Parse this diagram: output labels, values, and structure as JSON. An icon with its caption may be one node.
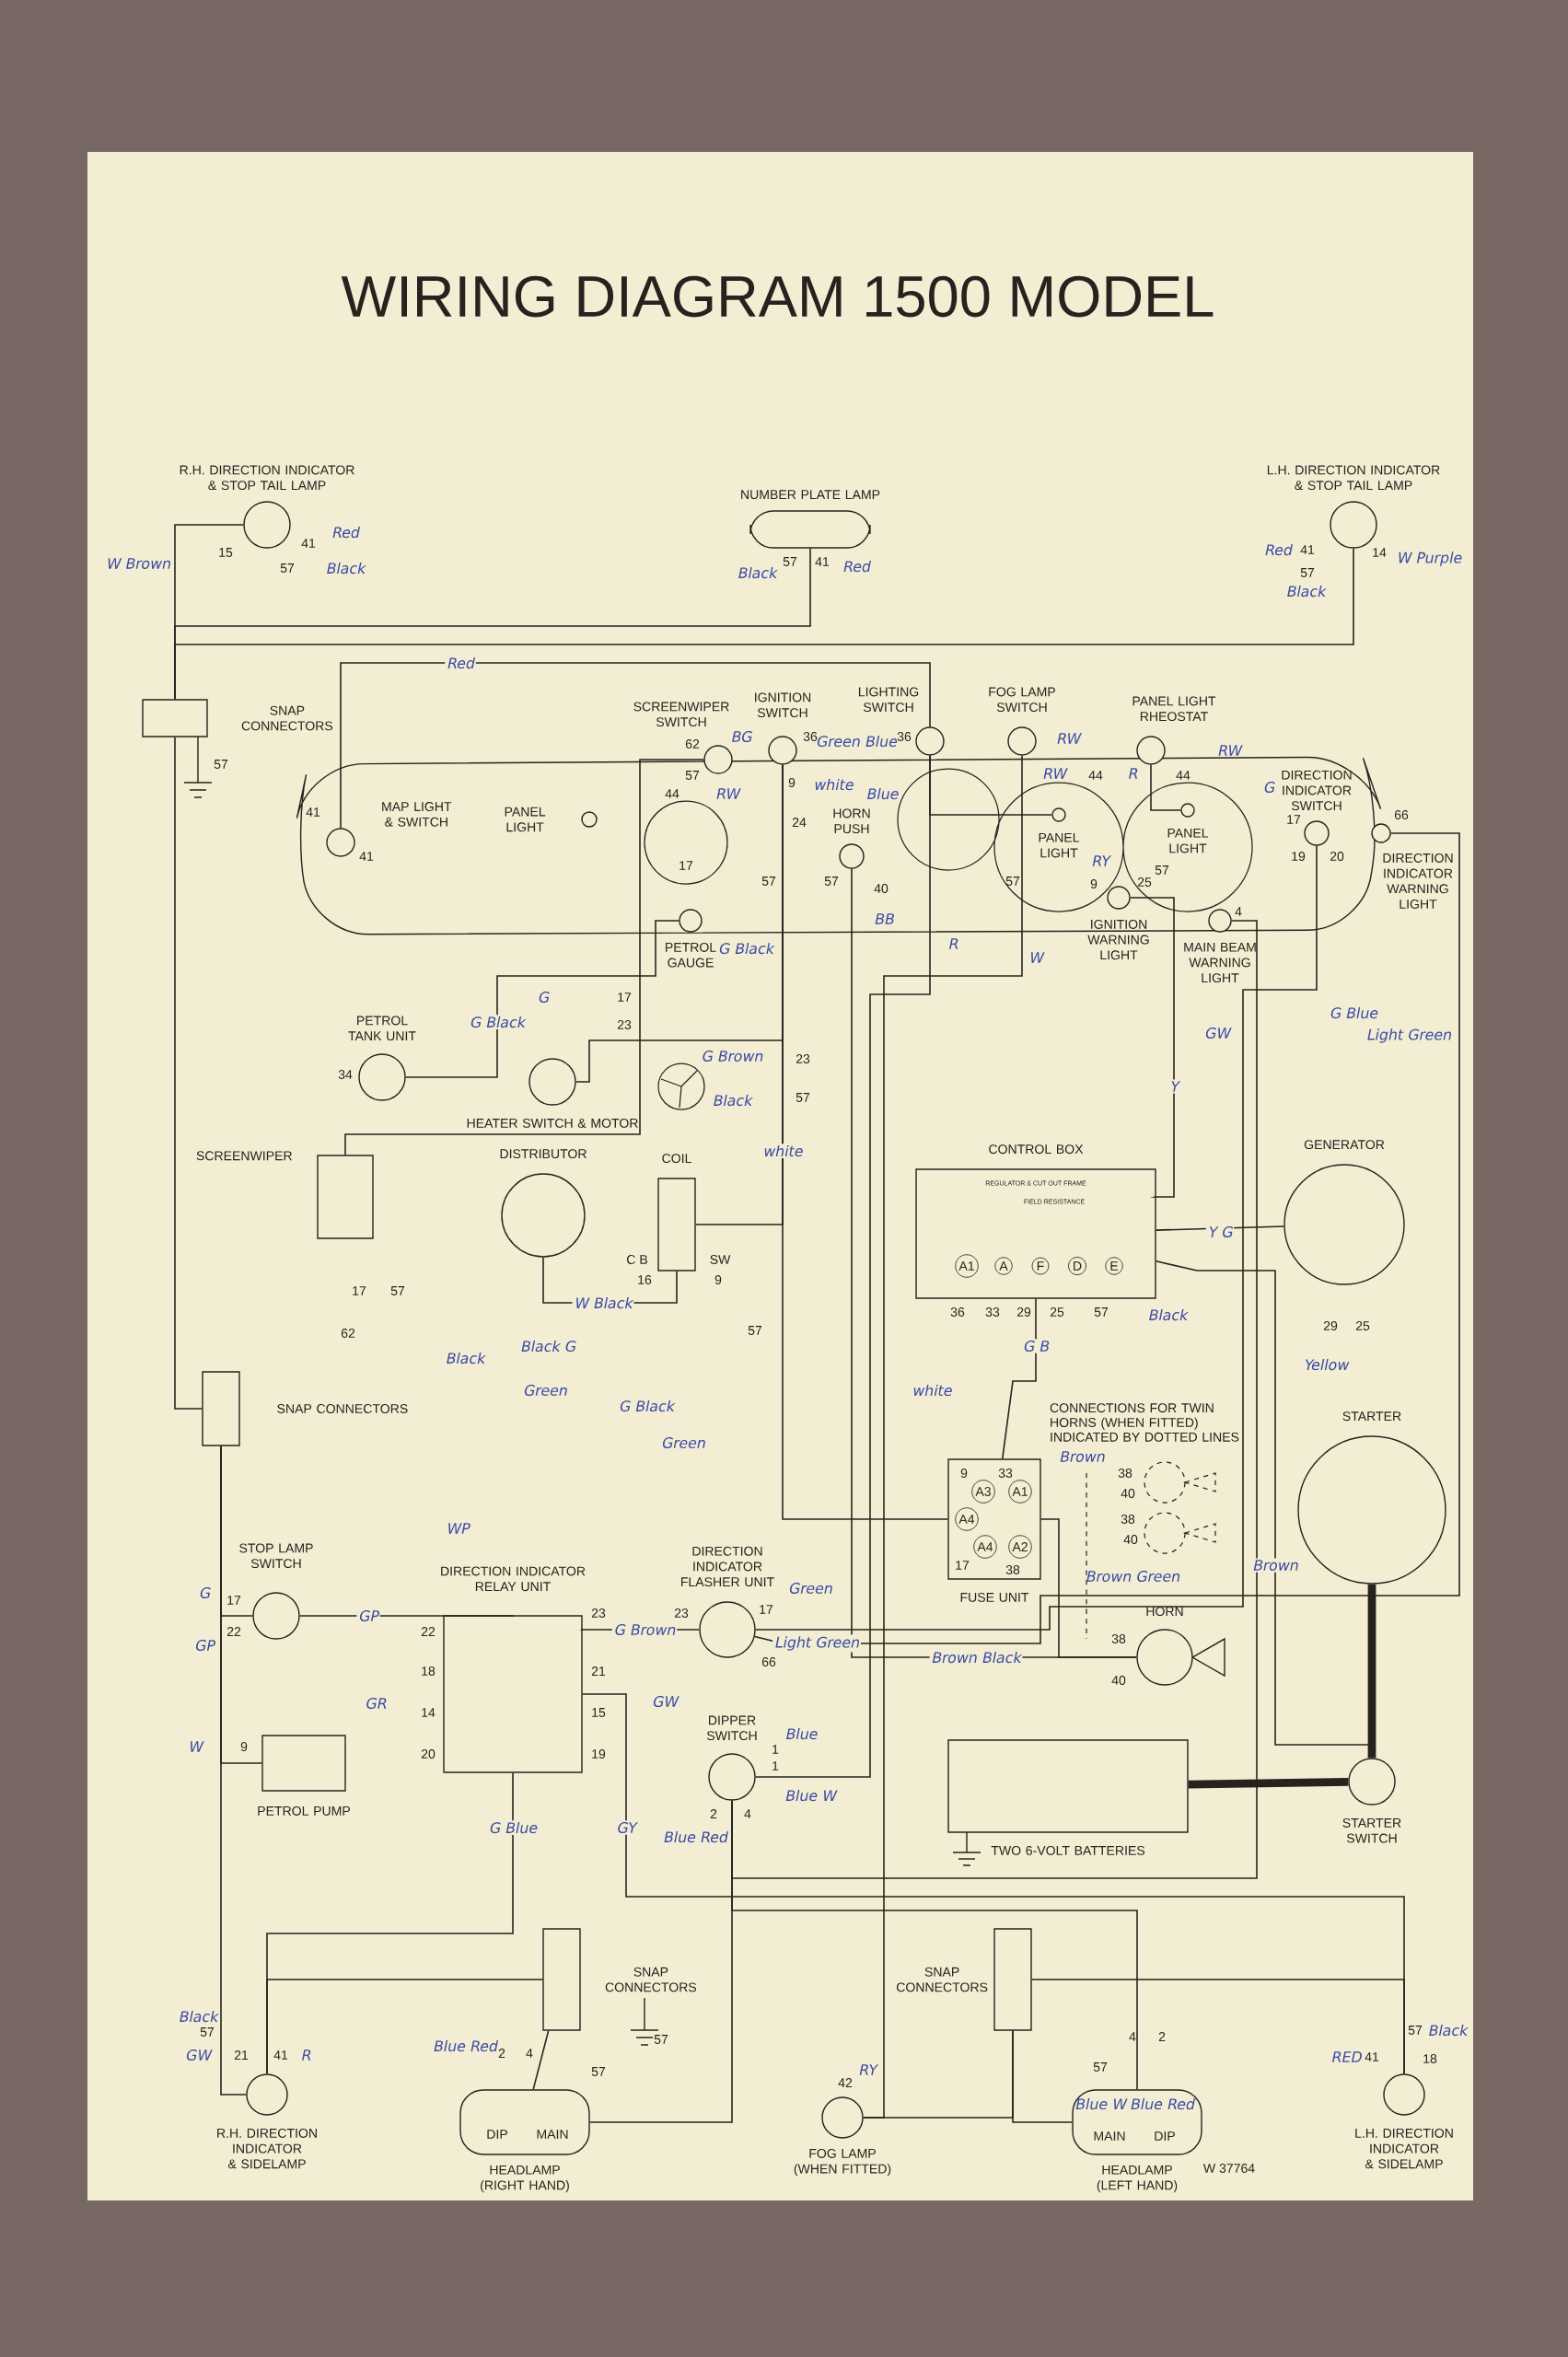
{
  "diagram": {
    "title": "WIRING DIAGRAM 1500 MODEL",
    "nodes": [
      {
        "text": [
          "R.H. DIRECTION INDICATOR & STOP TAIL LAMP"
        ]
      },
      {
        "text": [
          "NUMBER PLATE LAMP"
        ]
      },
      {
        "text": [
          "L.H. DIRECTION INDICATOR & STOP TAIL LAMP"
        ]
      },
      {
        "text": [
          "SNAP CONNECTORS"
        ]
      },
      {
        "text": [
          "SCREENWIPER SWITCH"
        ]
      },
      {
        "text": [
          "IGNITION SWITCH"
        ]
      },
      {
        "text": [
          "LIGHTING SWITCH"
        ]
      },
      {
        "text": [
          "FOG LAMP SWITCH"
        ]
      },
      {
        "text": [
          "PANEL LIGHT RHEOSTAT"
        ]
      },
      {
        "text": [
          "DIRECTION INDICATOR SWITCH"
        ]
      },
      {
        "text": [
          "MAP LIGHT & SWITCH"
        ]
      },
      {
        "text": [
          "PANEL LIGHT"
        ]
      },
      {
        "text": [
          "HORN PUSH"
        ]
      },
      {
        "text": [
          "PANEL LIGHT"
        ]
      },
      {
        "text": [
          "PANEL LIGHT"
        ]
      },
      {
        "text": [
          "PETROL GAUGE"
        ]
      },
      {
        "text": [
          "IGNITION WARNING LIGHT"
        ]
      },
      {
        "text": [
          "MAIN BEAM WARNING LIGHT"
        ]
      },
      {
        "text": [
          "DIRECTION INDICATOR WARNING LIGHT"
        ]
      },
      {
        "text": [
          "PETROL TANK UNIT"
        ]
      },
      {
        "text": [
          "HEATER SWITCH & MOTOR"
        ]
      },
      {
        "text": [
          "SCREENWIPER"
        ]
      },
      {
        "text": [
          "DISTRIBUTOR"
        ]
      },
      {
        "text": [
          "COIL"
        ]
      },
      {
        "text": [
          "CONTROL BOX"
        ]
      },
      {
        "text": [
          "GENERATOR"
        ]
      },
      {
        "text": [
          "SNAP CONNECTORS"
        ]
      },
      {
        "text": [
          "STARTER"
        ]
      },
      {
        "text": [
          "STOP LAMP SWITCH"
        ]
      },
      {
        "text": [
          "DIRECTION INDICATOR RELAY UNIT"
        ]
      },
      {
        "text": [
          "DIRECTION INDICATOR FLASHER UNIT"
        ]
      },
      {
        "text": [
          "FUSE UNIT"
        ]
      },
      {
        "text": [
          "HORN"
        ]
      },
      {
        "text": [
          "DIPPER SWITCH"
        ]
      },
      {
        "text": [
          "PETROL PUMP"
        ]
      },
      {
        "text": [
          "TWO 6-VOLT BATTERIES"
        ]
      },
      {
        "text": [
          "STARTER SWITCH"
        ]
      },
      {
        "text": [
          "R.H. DIRECTION INDICATOR & SIDELAMP"
        ]
      },
      {
        "text": [
          "SNAP CONNECTORS"
        ]
      },
      {
        "text": [
          "HEADLAMP (RIGHT HAND)"
        ]
      },
      {
        "text": [
          "FOG LAMP (WHEN FITTED)"
        ]
      },
      {
        "text": [
          "SNAP CONNECTORS"
        ]
      },
      {
        "text": [
          "HEADLAMP (LEFT HAND)"
        ]
      },
      {
        "text": [
          "L.H. DIRECTION INDICATOR & SIDELAMP"
        ]
      }
    ],
    "edges": [
      {
        "from": 0,
        "to": 3,
        "arrow": "none"
      },
      {
        "from": 1,
        "to": 3,
        "arrow": "none"
      },
      {
        "from": 2,
        "to": 3,
        "arrow": "none"
      },
      {
        "from": 3,
        "to": 26,
        "arrow": "none"
      },
      {
        "from": 26,
        "to": 37,
        "arrow": "none"
      },
      {
        "from": 26,
        "to": 28,
        "arrow": "none"
      },
      {
        "from": 26,
        "to": 34,
        "arrow": "none"
      },
      {
        "from": 19,
        "to": 15,
        "arrow": "none",
        "label": "G Black"
      },
      {
        "from": 10,
        "to": 6,
        "arrow": "none",
        "label": "Red"
      },
      {
        "from": 4,
        "to": 21,
        "arrow": "none"
      },
      {
        "from": 5,
        "to": 23,
        "arrow": "none",
        "label": "white"
      },
      {
        "from": 23,
        "to": 22,
        "arrow": "none",
        "label": "W Black"
      },
      {
        "from": 5,
        "to": 31,
        "arrow": "none"
      },
      {
        "from": 24,
        "to": 31,
        "arrow": "none",
        "label": "G B"
      },
      {
        "from": 24,
        "to": 25,
        "arrow": "none",
        "label": "Y G"
      },
      {
        "from": 16,
        "to": 24,
        "arrow": "none",
        "label": "Y"
      },
      {
        "from": 12,
        "to": 32,
        "arrow": "none",
        "label": "Brown Black"
      },
      {
        "from": 31,
        "to": 32,
        "arrow": "none"
      },
      {
        "from": 36,
        "to": 35,
        "arrow": "none",
        "style": "thick"
      },
      {
        "from": 36,
        "to": 27,
        "arrow": "none",
        "style": "thick"
      },
      {
        "from": 36,
        "to": 24,
        "arrow": "none",
        "label": "Brown"
      },
      {
        "from": 30,
        "to": 29,
        "arrow": "none",
        "label": "G Brown"
      },
      {
        "from": 28,
        "to": 29,
        "arrow": "none",
        "label": "GP"
      },
      {
        "from": 29,
        "to": 37,
        "arrow": "none",
        "label": "G Blue"
      },
      {
        "from": 29,
        "to": 43,
        "arrow": "none",
        "label": "GY"
      },
      {
        "from": 6,
        "to": 33,
        "arrow": "none"
      },
      {
        "from": 33,
        "to": 39,
        "arrow": "none"
      },
      {
        "from": 33,
        "to": 42,
        "arrow": "none"
      },
      {
        "from": 7,
        "to": 40,
        "arrow": "none"
      },
      {
        "from": 6,
        "to": 13,
        "arrow": "none"
      },
      {
        "from": 8,
        "to": 14,
        "arrow": "none"
      },
      {
        "from": 5,
        "to": 20,
        "arrow": "none"
      },
      {
        "from": 38,
        "to": 39,
        "arrow": "none"
      },
      {
        "from": 38,
        "to": 37,
        "arrow": "none"
      },
      {
        "from": 41,
        "to": 42,
        "arrow": "none"
      },
      {
        "from": 41,
        "to": 43,
        "arrow": "none"
      },
      {
        "from": 41,
        "to": 40,
        "arrow": "none"
      },
      {
        "from": 9,
        "to": 30,
        "arrow": "none"
      },
      {
        "from": 18,
        "to": 30,
        "arrow": "none",
        "label": "Light Green"
      },
      {
        "from": 33,
        "to": 17,
        "arrow": "none"
      }
    ],
    "labels": [
      "W Brown",
      "15",
      "41",
      "Red",
      "57",
      "Black",
      "57",
      "41",
      "Black",
      "Red",
      "Red",
      "41",
      "14",
      "W Purple",
      "57",
      "Black",
      "57",
      "41",
      "41",
      "62",
      "57",
      "BG",
      "36",
      "Green Blue",
      "36",
      "9",
      "white",
      "44",
      "RW",
      "RW",
      "R",
      "RW",
      "RW",
      "44",
      "44",
      "G",
      "Blue",
      "24",
      "17",
      "57",
      "57",
      "40",
      "BB",
      "RY",
      "G Black",
      "R",
      "W",
      "57",
      "9",
      "25",
      "57",
      "4",
      "17",
      "19",
      "20",
      "66",
      "G Blue",
      "GW",
      "Light Green",
      "17",
      "23",
      "G",
      "34",
      "G Brown",
      "23",
      "Black",
      "57",
      "17",
      "62",
      "57",
      "C B",
      "16",
      "SW",
      "9",
      "57",
      "Black",
      "Black G",
      "Green",
      "G Black",
      "Green",
      "white",
      "REGULATOR & CUT OUT FRAME",
      "FIELD RESISTANCE",
      "A1",
      "A",
      "F",
      "D",
      "E",
      "36",
      "33",
      "29",
      "25",
      "57",
      "Black",
      "Yellow",
      "29",
      "25",
      "CONNECTIONS FOR TWIN HORNS (WHEN FITTED) INDICATED BY DOTTED LINES",
      "9",
      "A3",
      "33",
      "A1",
      "A4",
      "17",
      "A4",
      "A2",
      "38",
      "Brown",
      "Brown Green",
      "38",
      "40",
      "38",
      "40",
      "38",
      "40",
      "G",
      "17",
      "22",
      "GP",
      "WP",
      "GR",
      "GW",
      "22",
      "23",
      "18",
      "21",
      "14",
      "15",
      "20",
      "19",
      "17",
      "23",
      "66",
      "Green",
      "W",
      "9",
      "1",
      "1",
      "2",
      "4",
      "Blue",
      "Blue W",
      "Blue Red",
      "Black",
      "57",
      "GW",
      "21",
      "41",
      "R",
      "Blue Red",
      "2",
      "4",
      "57",
      "DIP",
      "MAIN",
      "57",
      "42",
      "RY",
      "57",
      "4",
      "2",
      "Blue W",
      "Blue Red",
      "MAIN",
      "DIP",
      "RED",
      "41",
      "18",
      "57",
      "Black",
      "W 37764"
    ]
  }
}
